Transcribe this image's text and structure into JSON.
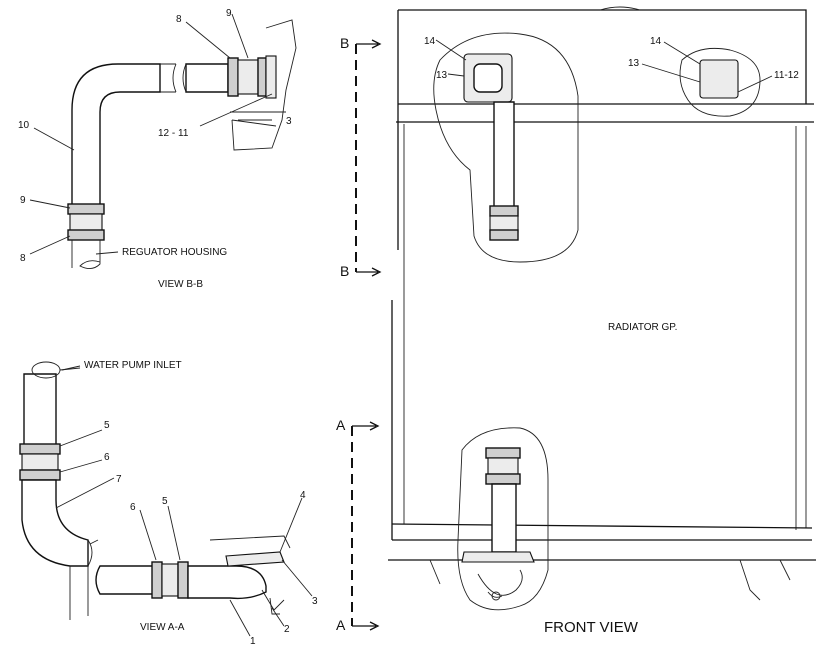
{
  "labels": {
    "view_bb_title": "VIEW B-B",
    "view_aa_title": "VIEW A-A",
    "front_view_title": "FRONT VIEW",
    "regulator_housing": "REGUATOR HOUSING",
    "water_pump_inlet": "WATER PUMP INLET",
    "radiator": "RADIATOR GP.",
    "section_b_top": "B",
    "section_b_bottom": "B",
    "section_a_top": "A",
    "section_a_bottom": "A"
  },
  "callouts": {
    "bb_8_top": "8",
    "bb_9_top": "9",
    "bb_3": "3",
    "bb_12_11": "12 - 11",
    "bb_10": "10",
    "bb_9_left": "9",
    "bb_8_left": "8",
    "aa_5_top": "5",
    "aa_6_top": "6",
    "aa_7": "7",
    "aa_6": "6",
    "aa_5": "5",
    "aa_4": "4",
    "aa_3": "3",
    "aa_2": "2",
    "aa_1": "1",
    "fv_14_left": "14",
    "fv_13_left": "13",
    "fv_14_right": "14",
    "fv_13_right": "13",
    "fv_11_12": "11-12"
  }
}
